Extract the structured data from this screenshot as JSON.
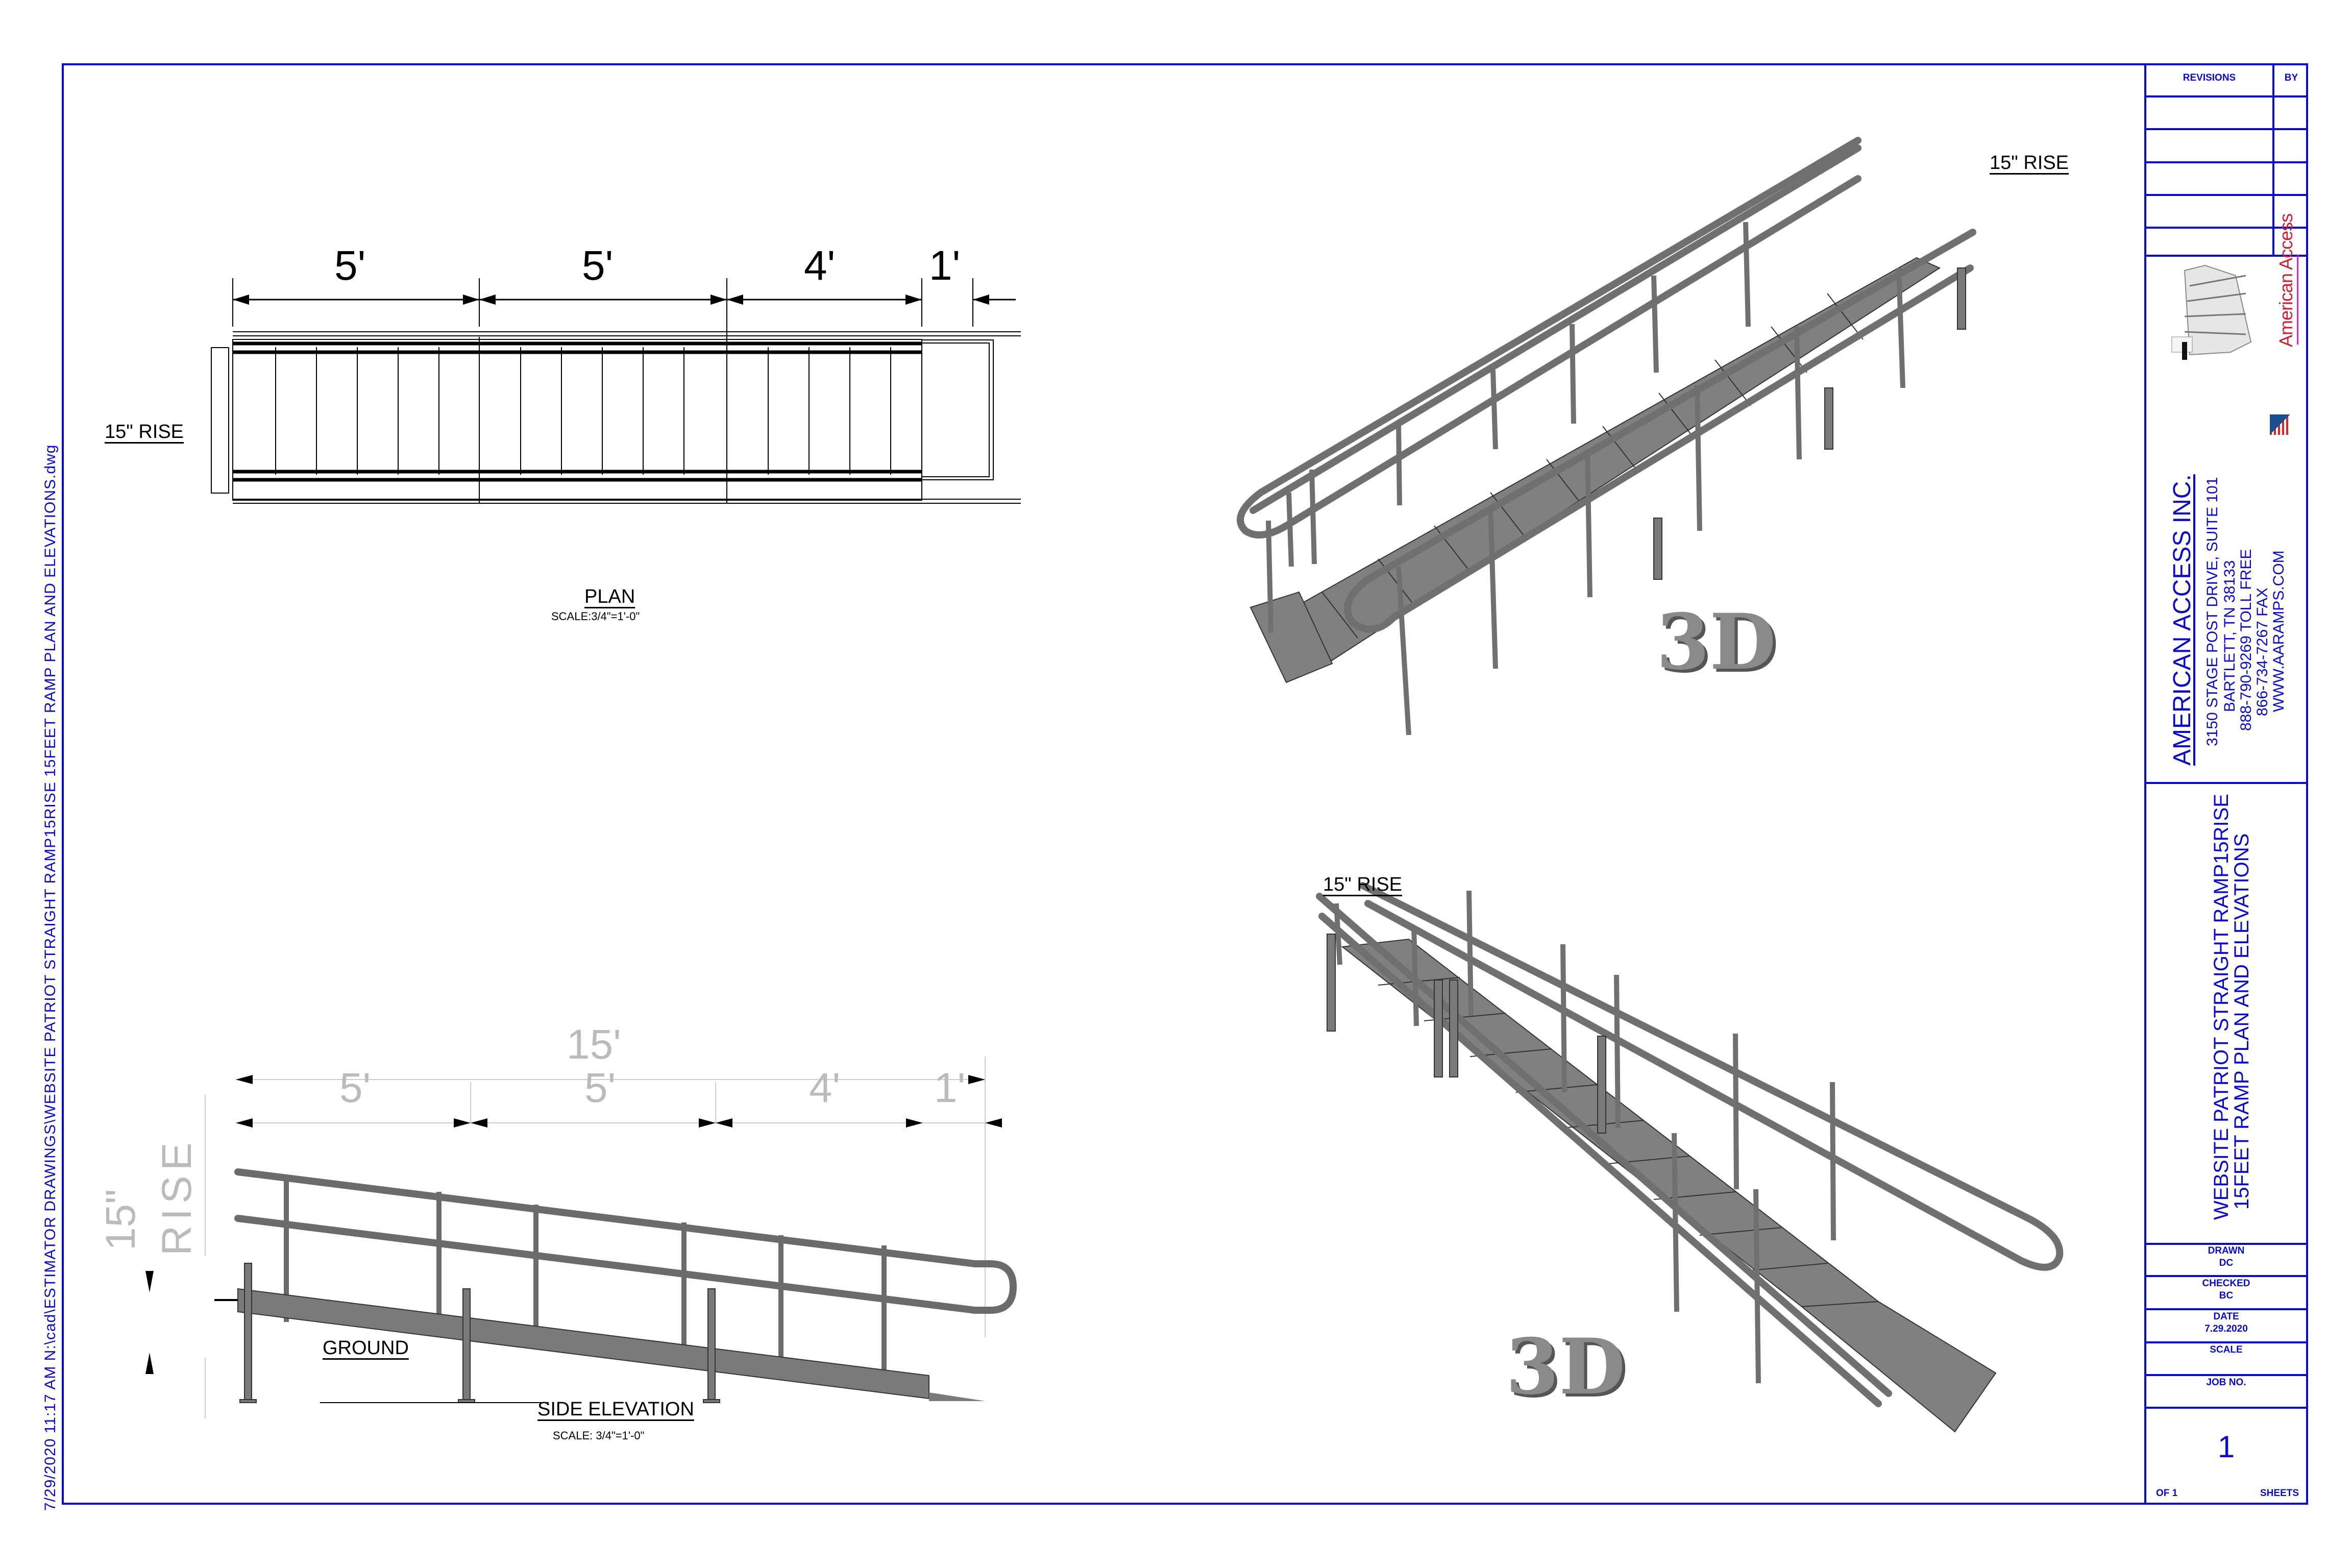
{
  "sheet": {
    "border_color": "#0a0ac8",
    "file_stamp": "7/29/2020  11:17  AM  N:\\cad\\ESTIMATOR  DRAWINGS\\WEBSITE  PATRIOT  STRAIGHT  RAMP15RISE  15FEET  RAMP  PLAN  AND  ELEVATIONS.dwg"
  },
  "plan": {
    "title": "PLAN",
    "scale": "SCALE:3/4\"=1'-0\"",
    "rise_label": "15\" RISE",
    "dims": [
      "5'",
      "5'",
      "4'",
      "1'"
    ]
  },
  "side_elevation": {
    "title": "SIDE  ELEVATION",
    "scale": "SCALE:  3/4\"=1'-0\"",
    "overall_dim": "15'",
    "dims": [
      "5'",
      "5'",
      "4'",
      "1'"
    ],
    "rise_dim": "15\"",
    "rise_word": "RISE",
    "ground_label": "GROUND"
  },
  "iso_top": {
    "rise_label": "15\"  RISE",
    "badge": "3D"
  },
  "iso_bottom": {
    "rise_label": "15\"  RISE",
    "badge": "3D"
  },
  "title_block": {
    "revisions_header": "REVISIONS",
    "by_header": "BY",
    "revision_rows": [
      "",
      "",
      "",
      "",
      ""
    ],
    "logo_text": "American Access",
    "company": {
      "name": "AMERICAN  ACCESS  INC.",
      "address1": "3150  STAGE  POST  DRIVE,  SUITE  101",
      "address2": "BARTLETT,  TN  38133",
      "phone": "888-790-9269  TOLL  FREE",
      "fax": "866-734-7267  FAX",
      "web": "WWW.AARAMPS.COM"
    },
    "project_title_line1": "WEBSITE  PATRIOT  STRAIGHT  RAMP15RISE",
    "project_title_line2": "15FEET  RAMP  PLAN  AND  ELEVATIONS",
    "drawn_label": "DRAWN",
    "drawn_value": "DC",
    "checked_label": "CHECKED",
    "checked_value": "BC",
    "date_label": "DATE",
    "date_value": "7.29.2020",
    "scale_label": "SCALE",
    "scale_value": "",
    "job_label": "JOB  NO.",
    "job_value": "",
    "sheet_number": "1",
    "of_label": "OF  1",
    "sheets_label": "SHEETS"
  }
}
